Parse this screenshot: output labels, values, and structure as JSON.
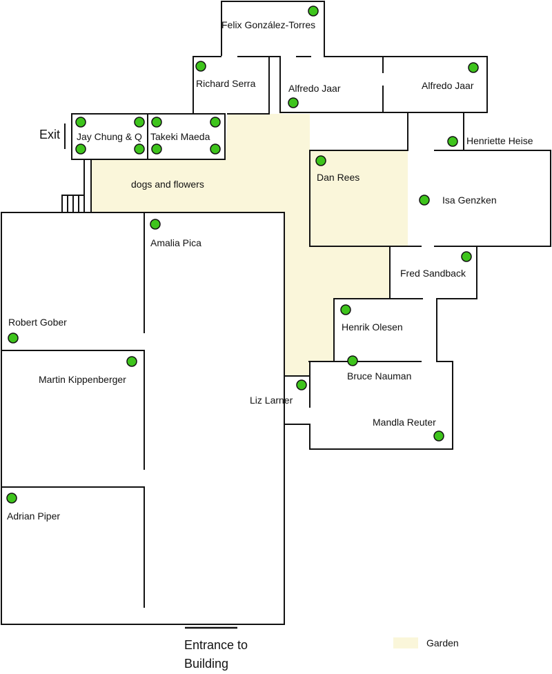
{
  "colors": {
    "garden": "#faf6da",
    "artwork_marker": "#3ec41c",
    "marker_stroke": "#111111",
    "wall": "#111111"
  },
  "rooms": {
    "felix": "Felix González-Torres",
    "serra": "Richard Serra",
    "jaar_left": "Alfredo Jaar",
    "jaar_right": "Alfredo Jaar",
    "chung": "Jay Chung & Q",
    "maeda": "Takeki Maeda",
    "heise": "Henriette Heise",
    "rees": "Dan Rees",
    "genzken": "Isa Genzken",
    "garden_label": "dogs and flowers",
    "pica": "Amalia Pica",
    "sandback": "Fred Sandback",
    "gober": "Robert Gober",
    "olesen": "Henrik Olesen",
    "kippenberger": "Martin Kippenberger",
    "nauman": "Bruce Nauman",
    "larner": "Liz Larner",
    "reuter": "Mandla Reuter",
    "piper": "Adrian Piper"
  },
  "exit_label": "Exit",
  "entrance_label": [
    "Entrance to",
    "Building"
  ],
  "legend": {
    "label": "Garden",
    "icon": "garden-swatch"
  },
  "marker_icon": "artwork-marker-dot"
}
